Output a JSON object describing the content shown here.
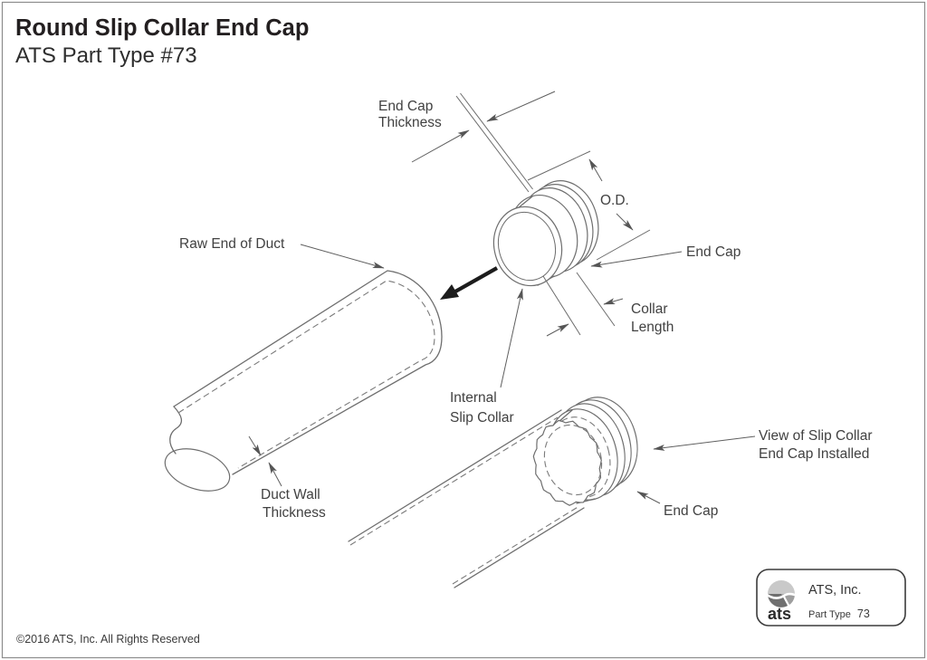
{
  "page": {
    "title": "Round Slip Collar End Cap",
    "subtitle": "ATS Part Type #73",
    "copyright": "©2016 ATS, Inc. All Rights Reserved"
  },
  "diagram": {
    "labels": {
      "end_cap_thickness_1": "End Cap",
      "end_cap_thickness_2": "Thickness",
      "od": "O.D.",
      "raw_end_of_duct": "Raw End of Duct",
      "end_cap_upper": "End Cap",
      "collar_length_1": "Collar",
      "collar_length_2": "Length",
      "internal_slip_collar_1": "Internal",
      "internal_slip_collar_2": "Slip Collar",
      "duct_wall_thickness_1": "Duct Wall",
      "duct_wall_thickness_2": "Thickness",
      "view_installed_1": "View of Slip Collar",
      "view_installed_2": "End Cap Installed",
      "end_cap_installed": "End Cap"
    }
  },
  "logo_box": {
    "company": "ATS, Inc.",
    "part_type_label": "Part Type",
    "part_type_value": "73",
    "logo_text": "ats",
    "logo_icon": "ats-sphere-icon"
  },
  "colors": {
    "line": "#6e6e6e",
    "text": "#414141",
    "title": "#231f20",
    "arrow_black": "#1c1c1c",
    "border": "#8c8c8c",
    "background": "#ffffff",
    "logo_light": "#c9c9c9",
    "logo_dark": "#6f6f6f",
    "logo_mid": "#9e9e9e"
  }
}
